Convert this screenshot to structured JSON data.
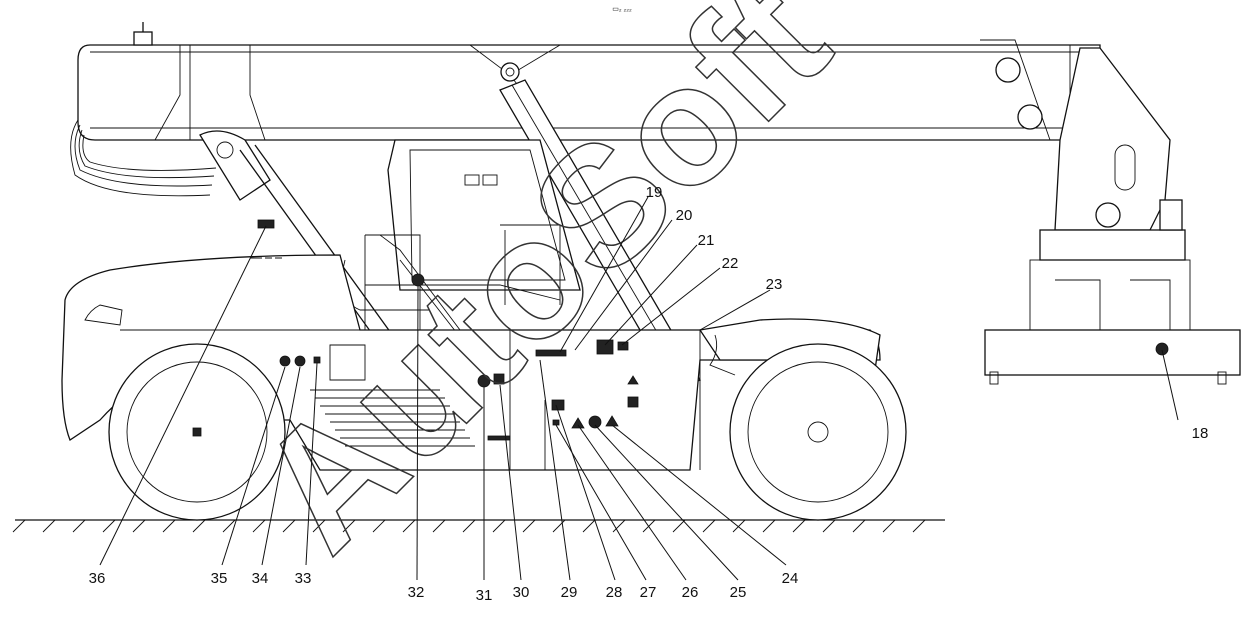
{
  "header": {
    "code": "▭₂ ₂₂₂"
  },
  "watermark": {
    "text": "AutoSoft"
  },
  "callouts": {
    "c18": "18",
    "c19": "19",
    "c20": "20",
    "c21": "21",
    "c22": "22",
    "c23": "23",
    "c24": "24",
    "c25": "25",
    "c26": "26",
    "c27": "27",
    "c28": "28",
    "c29": "29",
    "c30": "30",
    "c31": "31",
    "c32": "32",
    "c33": "33",
    "c34": "34",
    "c35": "35",
    "c36": "36"
  }
}
